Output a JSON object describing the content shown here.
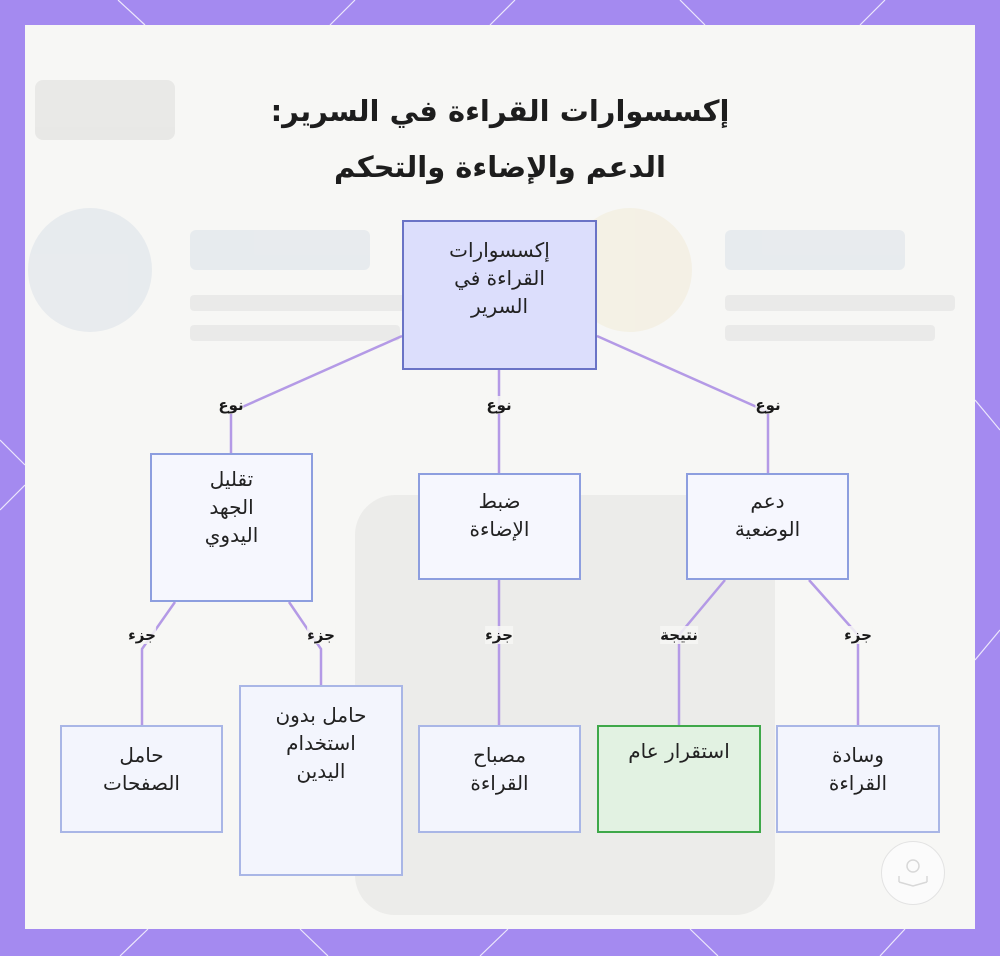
{
  "title": {
    "line1": "إكسسوارات القراءة في السرير:",
    "line2": "الدعم والإضاءة والتحكم"
  },
  "nodes": {
    "root": "إكسسوارات\nالقراءة في\nالسرير",
    "reduce_effort": "تقليل\nالجهد\nاليدوي",
    "light_control": "ضبط\nالإضاءة",
    "posture_support": "دعم\nالوضعية",
    "page_holder": "حامل\nالصفحات",
    "handsfree_holder": "حامل بدون\nاستخدام\nاليدين",
    "reading_lamp": "مصباح\nالقراءة",
    "stability": "استقرار عام",
    "reading_pillow": "وسادة\nالقراءة"
  },
  "edge_labels": {
    "type_left": "نوع",
    "type_center": "نوع",
    "type_right": "نوع",
    "part_1": "جزء",
    "part_2": "جزء",
    "part_3": "جزء",
    "result": "نتيجة",
    "part_4": "جزء"
  },
  "colors": {
    "frame": "#a48af0",
    "card": "#f7f7f5",
    "edge": "#b49ae6",
    "root_fill": "#dcdefc",
    "node_fill": "#f3f5fd",
    "result_fill": "#e2f2e2",
    "result_border": "#3fa84a"
  }
}
